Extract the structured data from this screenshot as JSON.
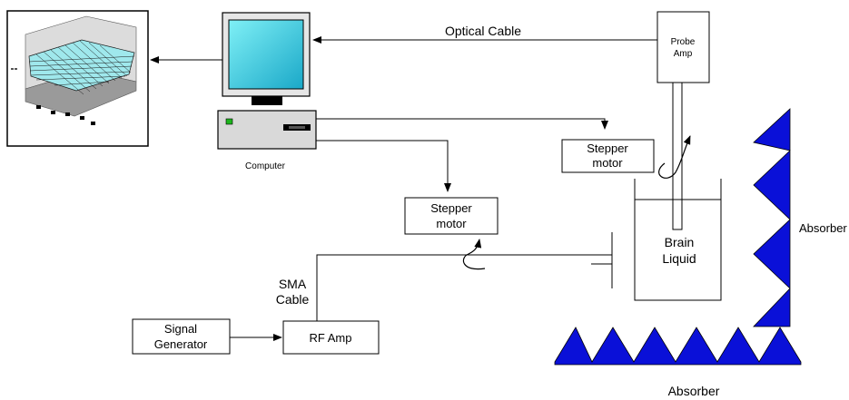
{
  "labels": {
    "optical_cable": "Optical Cable",
    "probe_amp_line1": "Probe",
    "probe_amp_line2": "Amp",
    "computer": "Computer",
    "stepper_right_line1": "Stepper",
    "stepper_right_line2": "motor",
    "stepper_center_line1": "Stepper",
    "stepper_center_line2": "motor",
    "brain_liquid_line1": "Brain",
    "brain_liquid_line2": "Liquid",
    "absorber_right": "Absorber",
    "absorber_bottom": "Absorber",
    "sma_cable_line1": "SMA",
    "sma_cable_line2": "Cable",
    "signal_generator_line1": "Signal",
    "signal_generator_line2": "Generator",
    "rf_amp": "RF Amp"
  },
  "colors": {
    "absorber": "#0a10d8",
    "monitor_screen": "#2bd6e8",
    "computer_body": "#d9d9d9",
    "plot_surface": "#8fe3e8",
    "led": "#1db51d"
  },
  "icons": {
    "computer": "desktop-computer-icon",
    "plot": "3d-surface-plot-icon"
  }
}
